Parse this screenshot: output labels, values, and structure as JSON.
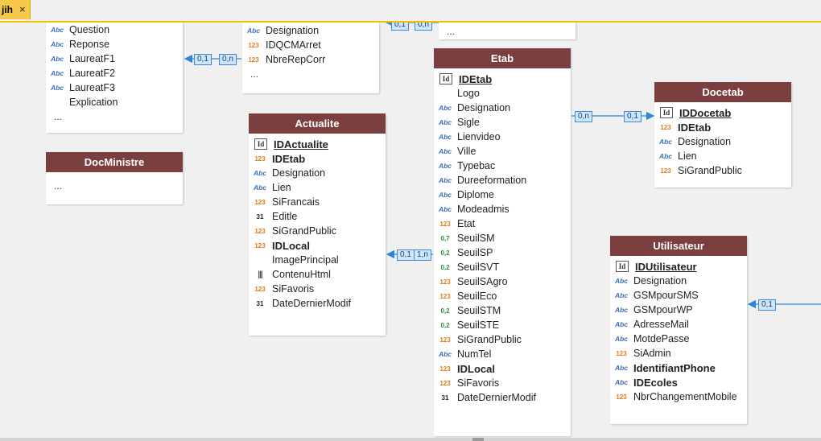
{
  "tab": {
    "title": "jih",
    "close_glyph": "×"
  },
  "ellipsis": "...",
  "entities": {
    "top_left": {
      "fields": [
        {
          "name": "Question",
          "type": "abc"
        },
        {
          "name": "Reponse",
          "type": "abc"
        },
        {
          "name": "LaureatF1",
          "type": "abc"
        },
        {
          "name": "LaureatF2",
          "type": "abc"
        },
        {
          "name": "LaureatF3",
          "type": "abc"
        },
        {
          "name": "Explication",
          "type": "image"
        }
      ]
    },
    "top_mid": {
      "fields": [
        {
          "name": "Designation",
          "type": "abc"
        },
        {
          "name": "IDQCMArret",
          "type": "num"
        },
        {
          "name": "NbreRepCorr",
          "type": "num"
        }
      ]
    },
    "docministre": {
      "title": "DocMinistre"
    },
    "actualite": {
      "title": "Actualite",
      "fields": [
        {
          "name": "IDActualite",
          "type": "id",
          "style": "key"
        },
        {
          "name": "IDEtab",
          "type": "num",
          "style": "bold"
        },
        {
          "name": "Designation",
          "type": "abc"
        },
        {
          "name": "Lien",
          "type": "abc"
        },
        {
          "name": "SiFrancais",
          "type": "num"
        },
        {
          "name": "Editle",
          "type": "date"
        },
        {
          "name": "SiGrandPublic",
          "type": "num"
        },
        {
          "name": "IDLocal",
          "type": "num",
          "style": "bold"
        },
        {
          "name": "ImagePrincipal",
          "type": "image"
        },
        {
          "name": "ContenuHtml",
          "type": "html"
        },
        {
          "name": "SiFavoris",
          "type": "num"
        },
        {
          "name": "DateDernierModif",
          "type": "date"
        }
      ]
    },
    "etab": {
      "title": "Etab",
      "fields": [
        {
          "name": "IDEtab",
          "type": "id",
          "style": "key"
        },
        {
          "name": "Logo",
          "type": "image"
        },
        {
          "name": "Designation",
          "type": "abc"
        },
        {
          "name": "Sigle",
          "type": "abc"
        },
        {
          "name": "Lienvideo",
          "type": "abc"
        },
        {
          "name": "Ville",
          "type": "abc"
        },
        {
          "name": "Typebac",
          "type": "abc"
        },
        {
          "name": "Dureeformation",
          "type": "abc"
        },
        {
          "name": "Diplome",
          "type": "abc"
        },
        {
          "name": "Modeadmis",
          "type": "abc"
        },
        {
          "name": "Etat",
          "type": "num"
        },
        {
          "name": "SeuilSM",
          "type": "dec",
          "dec_label": "0,7"
        },
        {
          "name": "SeuilSP",
          "type": "dec",
          "dec_label": "0,2"
        },
        {
          "name": "SeuilSVT",
          "type": "dec",
          "dec_label": "0,2"
        },
        {
          "name": "SeuilSAgro",
          "type": "num"
        },
        {
          "name": "SeuilEco",
          "type": "num"
        },
        {
          "name": "SeuilSTM",
          "type": "dec",
          "dec_label": "0,2"
        },
        {
          "name": "SeuilSTE",
          "type": "dec",
          "dec_label": "0,2"
        },
        {
          "name": "SiGrandPublic",
          "type": "num"
        },
        {
          "name": "NumTel",
          "type": "abc"
        },
        {
          "name": "IDLocal",
          "type": "num",
          "style": "bold"
        },
        {
          "name": "SiFavoris",
          "type": "num"
        },
        {
          "name": "DateDernierModif",
          "type": "date"
        }
      ]
    },
    "docetab": {
      "title": "Docetab",
      "fields": [
        {
          "name": "IDDocetab",
          "type": "id",
          "style": "key"
        },
        {
          "name": "IDEtab",
          "type": "num",
          "style": "bold"
        },
        {
          "name": "Designation",
          "type": "abc"
        },
        {
          "name": "Lien",
          "type": "abc"
        },
        {
          "name": "SiGrandPublic",
          "type": "num"
        }
      ]
    },
    "utilisateur": {
      "title": "Utilisateur",
      "fields": [
        {
          "name": "IDUtilisateur",
          "type": "id",
          "style": "key"
        },
        {
          "name": "Designation",
          "type": "abc"
        },
        {
          "name": "GSMpourSMS",
          "type": "abc"
        },
        {
          "name": "GSMpourWP",
          "type": "abc"
        },
        {
          "name": "AdresseMail",
          "type": "abc"
        },
        {
          "name": "MotdePasse",
          "type": "abc"
        },
        {
          "name": "SiAdmin",
          "type": "num"
        },
        {
          "name": "IdentifiantPhone",
          "type": "abc",
          "style": "bold"
        },
        {
          "name": "IDEcoles",
          "type": "abc",
          "style": "bold"
        },
        {
          "name": "NbrChangementMobile",
          "type": "num"
        }
      ]
    }
  },
  "type_icons": {
    "abc": "Abc",
    "num": "123",
    "id": "Id",
    "date": "31",
    "html": "|||"
  },
  "cardinalities": {
    "left_a": "0,1",
    "left_b": "0,n",
    "top_a": "0,1",
    "top_b": "0,n",
    "act_a": "0,1",
    "act_b": "1,n",
    "doc_a": "0,n",
    "doc_b": "0,1",
    "util_a": "0,1"
  },
  "colors": {
    "header": "#7b3f3f",
    "link": "#3c8ad6",
    "tab": "#f6c94a"
  }
}
